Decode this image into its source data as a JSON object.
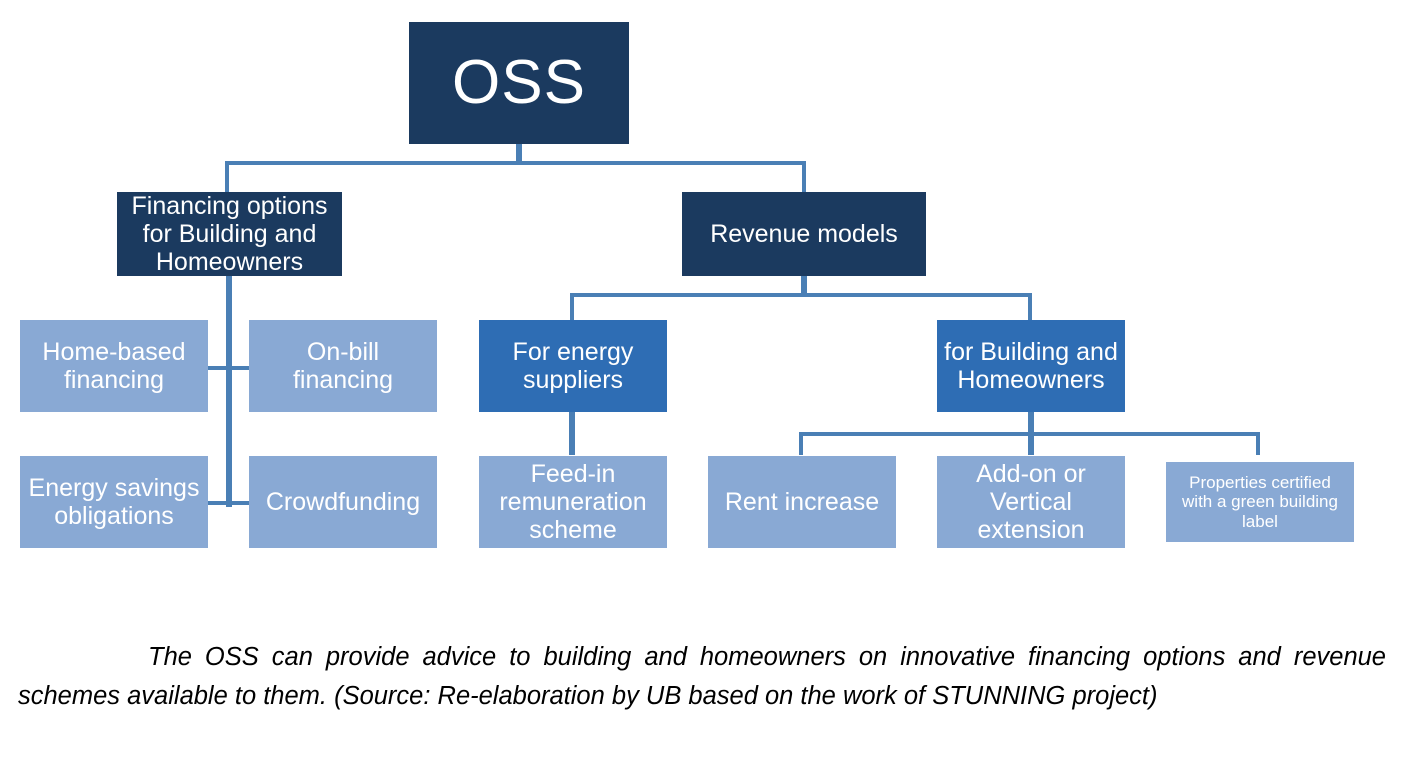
{
  "diagram": {
    "root": {
      "label": "OSS"
    },
    "branches": {
      "financing": {
        "label": "Financing options for Building and Homeowners",
        "children": [
          {
            "label": "Home-based financing"
          },
          {
            "label": "On-bill financing"
          },
          {
            "label": "Energy savings obligations"
          },
          {
            "label": "Crowdfunding"
          }
        ]
      },
      "revenue": {
        "label": "Revenue models",
        "children": [
          {
            "label": "For energy suppliers",
            "children": [
              {
                "label": "Feed-in remuneration scheme"
              }
            ]
          },
          {
            "label": "for Building and Homeowners",
            "children": [
              {
                "label": "Rent increase"
              },
              {
                "label": "Add-on or Vertical extension"
              },
              {
                "label": "Properties certified with a green building label"
              }
            ]
          }
        ]
      }
    }
  },
  "caption": {
    "text": "The OSS can provide advice to building and homeowners on innovative financing options and revenue schemes available to them. (Source: Re-elaboration by UB based on the work of STUNNING project)"
  },
  "colors": {
    "navy": "#1b3a5f",
    "medium_blue": "#2e6db4",
    "light_blue": "#89a9d4",
    "connector_blue": "#4a7fb5",
    "text_on_box": "#ffffff",
    "caption_text": "#000000",
    "background": "#ffffff"
  }
}
